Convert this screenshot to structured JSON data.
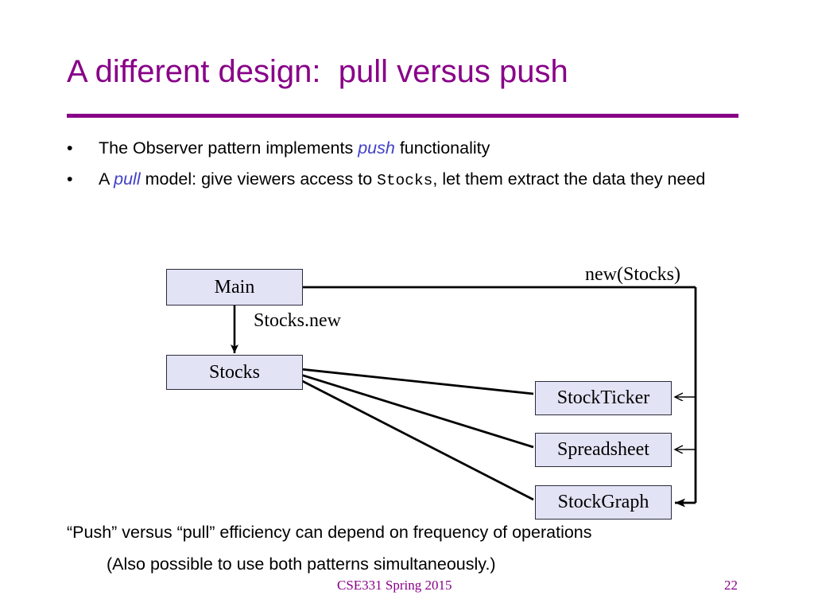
{
  "slide": {
    "title": "A different design:  pull versus push",
    "accent_color": "#880088",
    "emphasis_color": "#4040c8",
    "box_fill_color": "#e3e3f6"
  },
  "bullets": [
    {
      "marker": "•",
      "parts": [
        {
          "text": "The Observer pattern implements ",
          "style": "plain"
        },
        {
          "text": "push",
          "style": "italic-blue"
        },
        {
          "text": " functionality",
          "style": "plain"
        }
      ],
      "plain_text": "The Observer pattern implements push functionality"
    },
    {
      "marker": "•",
      "parts": [
        {
          "text": "A ",
          "style": "plain"
        },
        {
          "text": "pull",
          "style": "italic-blue"
        },
        {
          "text": " model:  give viewers access to ",
          "style": "plain"
        },
        {
          "text": "Stocks",
          "style": "mono"
        },
        {
          "text": ", let them extract the data they need",
          "style": "plain"
        }
      ],
      "plain_text": "A pull model:  give viewers access to Stocks, let them extract the data they need"
    }
  ],
  "bullet_fragments": {
    "b1_pre": "The Observer pattern implements ",
    "b1_em": "push",
    "b1_post": " functionality",
    "b2_pre": "A ",
    "b2_em": "pull",
    "b2_mid": " model:  give viewers access to ",
    "b2_mono": "Stocks",
    "b2_post": ", let them extract the data they need"
  },
  "diagram": {
    "nodes": [
      {
        "id": "main",
        "label": "Main"
      },
      {
        "id": "stocks",
        "label": "Stocks"
      },
      {
        "id": "stockticker",
        "label": "StockTicker"
      },
      {
        "id": "spreadsheet",
        "label": "Spreadsheet"
      },
      {
        "id": "stockgraph",
        "label": "StockGraph"
      }
    ],
    "edge_labels": {
      "stocks_new": "Stocks.new",
      "new_stocks": "new(Stocks)"
    },
    "edges": [
      {
        "from": "main",
        "to": "stocks",
        "label": "Stocks.new"
      },
      {
        "from": "main",
        "to": "stockticker",
        "label": "new(Stocks)"
      },
      {
        "from": "main",
        "to": "spreadsheet",
        "label": "new(Stocks)"
      },
      {
        "from": "main",
        "to": "stockgraph",
        "label": "new(Stocks)"
      },
      {
        "from": "stockticker",
        "to": "stocks",
        "label": ""
      },
      {
        "from": "spreadsheet",
        "to": "stocks",
        "label": ""
      },
      {
        "from": "stockgraph",
        "to": "stocks",
        "label": ""
      }
    ]
  },
  "bottom": {
    "line1": "“Push” versus “pull” efficiency can depend on frequency of operations",
    "line2": "(Also possible to use both patterns simultaneously.)"
  },
  "footer": {
    "course": "CSE331 Spring 2015",
    "page_number": "22"
  }
}
